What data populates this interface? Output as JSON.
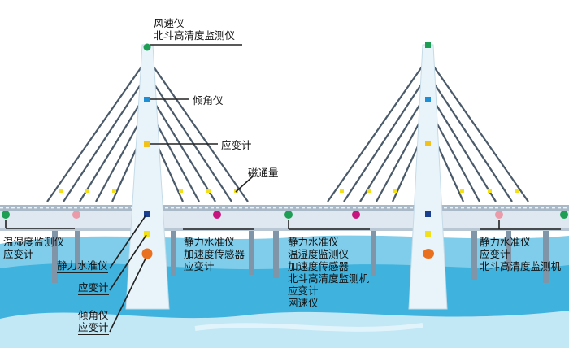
{
  "labels": {
    "tower_top": [
      "风速仪",
      "北斗高清度监测仪"
    ],
    "tilt": "倾角仪",
    "strain_tower": "应变计",
    "magnetic_flux": "磁通量",
    "left_deck": [
      "温湿度监测仪",
      "应变计"
    ],
    "tower_low_level": "静力水准仪",
    "tower_low_strain": "应变计",
    "tower_base": [
      "倾角仪",
      "应变计"
    ],
    "mid_left": [
      "静力水准仪",
      "加速度传感器",
      "应变计"
    ],
    "mid_center": [
      "静力水准仪",
      "温湿度监测仪",
      "加速度传感器",
      "北斗高清度监测机",
      "应变计",
      "网速仪"
    ],
    "right_deck": [
      "静力水准仪",
      "应变计",
      "北斗高清度监测机"
    ]
  },
  "colors": {
    "tower": "#e8f4fa",
    "cable": "#4a5a6a",
    "deck_top": "#a9b9c7",
    "deck_body": "#dfe8f0",
    "pier": "#8195a8",
    "water_dark": "#3fb2dd",
    "water_light": "#7fcdea",
    "sensor_green": "#1e9e55",
    "sensor_blue": "#1e8fd6",
    "sensor_yellow": "#f2c21a",
    "sensor_navy": "#1a3f8f",
    "sensor_magenta": "#c7157f",
    "sensor_pink": "#ea9aa8",
    "sensor_orange": "#e8701f"
  }
}
